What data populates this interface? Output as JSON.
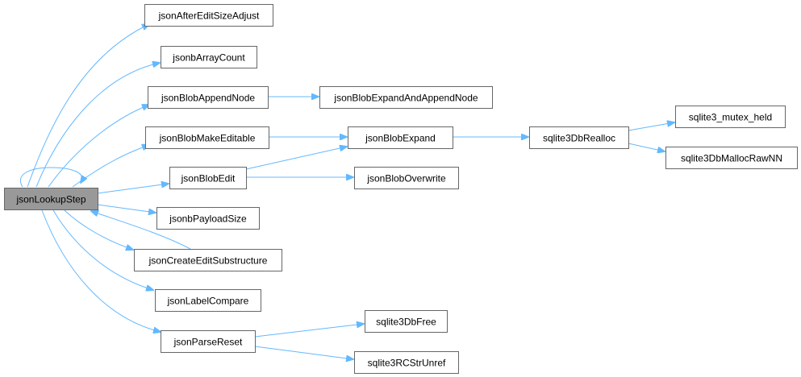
{
  "graph": {
    "edge_color": "#63b8ff",
    "root_fill": "#999999",
    "node_border": "#666666",
    "nodes": [
      {
        "id": "jsonLookupStep",
        "label": "jsonLookupStep",
        "root": true
      },
      {
        "id": "jsonAfterEditSizeAdjust",
        "label": "jsonAfterEditSizeAdjust"
      },
      {
        "id": "jsonbArrayCount",
        "label": "jsonbArrayCount"
      },
      {
        "id": "jsonBlobAppendNode",
        "label": "jsonBlobAppendNode"
      },
      {
        "id": "jsonBlobMakeEditable",
        "label": "jsonBlobMakeEditable"
      },
      {
        "id": "jsonBlobEdit",
        "label": "jsonBlobEdit"
      },
      {
        "id": "jsonbPayloadSize",
        "label": "jsonbPayloadSize"
      },
      {
        "id": "jsonCreateEditSubstructure",
        "label": "jsonCreateEditSubstructure"
      },
      {
        "id": "jsonLabelCompare",
        "label": "jsonLabelCompare"
      },
      {
        "id": "jsonParseReset",
        "label": "jsonParseReset"
      },
      {
        "id": "jsonBlobExpandAndAppendNode",
        "label": "jsonBlobExpandAndAppendNode"
      },
      {
        "id": "jsonBlobExpand",
        "label": "jsonBlobExpand"
      },
      {
        "id": "jsonBlobOverwrite",
        "label": "jsonBlobOverwrite"
      },
      {
        "id": "sqlite3DbRealloc",
        "label": "sqlite3DbRealloc"
      },
      {
        "id": "sqlite3_mutex_held",
        "label": "sqlite3_mutex_held"
      },
      {
        "id": "sqlite3DbMallocRawNN",
        "label": "sqlite3DbMallocRawNN"
      },
      {
        "id": "sqlite3DbFree",
        "label": "sqlite3DbFree"
      },
      {
        "id": "sqlite3RCStrUnref",
        "label": "sqlite3RCStrUnref"
      }
    ],
    "edges": [
      {
        "from": "jsonLookupStep",
        "to": "jsonLookupStep"
      },
      {
        "from": "jsonLookupStep",
        "to": "jsonAfterEditSizeAdjust"
      },
      {
        "from": "jsonLookupStep",
        "to": "jsonbArrayCount"
      },
      {
        "from": "jsonLookupStep",
        "to": "jsonBlobAppendNode"
      },
      {
        "from": "jsonLookupStep",
        "to": "jsonBlobMakeEditable"
      },
      {
        "from": "jsonLookupStep",
        "to": "jsonBlobEdit"
      },
      {
        "from": "jsonLookupStep",
        "to": "jsonbPayloadSize"
      },
      {
        "from": "jsonLookupStep",
        "to": "jsonCreateEditSubstructure"
      },
      {
        "from": "jsonCreateEditSubstructure",
        "to": "jsonLookupStep"
      },
      {
        "from": "jsonLookupStep",
        "to": "jsonLabelCompare"
      },
      {
        "from": "jsonLookupStep",
        "to": "jsonParseReset"
      },
      {
        "from": "jsonBlobAppendNode",
        "to": "jsonBlobExpandAndAppendNode"
      },
      {
        "from": "jsonBlobMakeEditable",
        "to": "jsonBlobExpand"
      },
      {
        "from": "jsonBlobEdit",
        "to": "jsonBlobExpand"
      },
      {
        "from": "jsonBlobEdit",
        "to": "jsonBlobOverwrite"
      },
      {
        "from": "jsonBlobExpand",
        "to": "sqlite3DbRealloc"
      },
      {
        "from": "sqlite3DbRealloc",
        "to": "sqlite3_mutex_held"
      },
      {
        "from": "sqlite3DbRealloc",
        "to": "sqlite3DbMallocRawNN"
      },
      {
        "from": "jsonParseReset",
        "to": "sqlite3DbFree"
      },
      {
        "from": "jsonParseReset",
        "to": "sqlite3RCStrUnref"
      }
    ]
  }
}
